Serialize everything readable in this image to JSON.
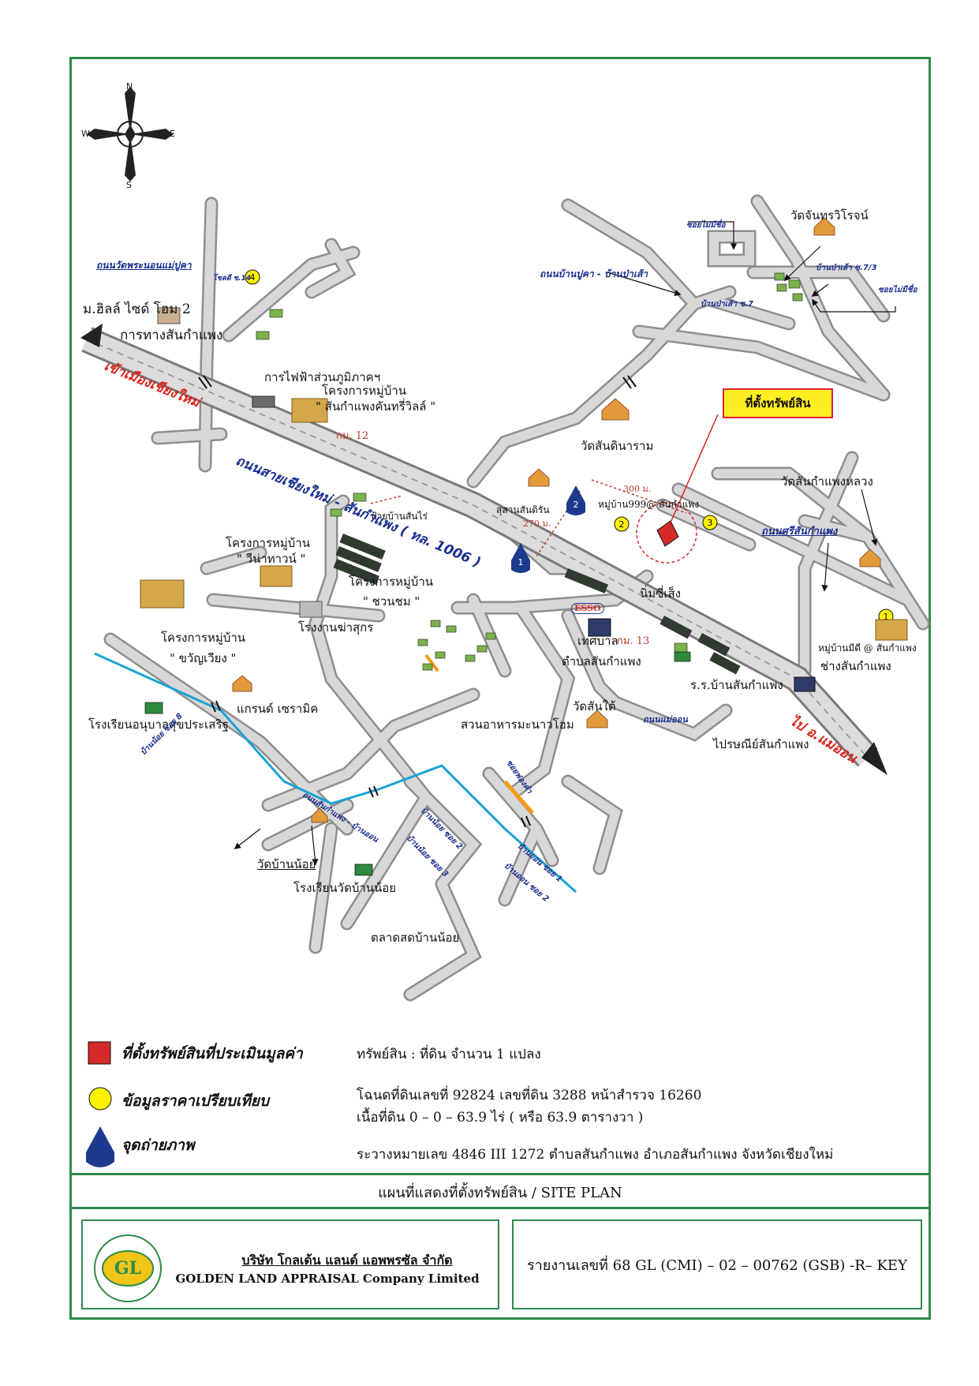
{
  "compass": {
    "n": "N",
    "s": "S",
    "e": "E",
    "w": "W"
  },
  "site_marker_label": "ที่ตั้งทรัพย์สิน",
  "places": {
    "hill_side": "ม.ฮิลล์ ไซด์ โฮม 2",
    "city_hall": "การทางสันกำแพง",
    "pea": "การไฟฟ้าส่วนภูมิภาคฯ",
    "proj_khantree_1": "โครงการหมู่บ้าน",
    "proj_khantree_2": "\" สันกำแพงคันทรี่วิลล์ \"",
    "wat_sandinaram": "วัดสันดินาราม",
    "wat_chantharawirot": "วัดจันทรวิโรจน์",
    "cemetery": "สุสานสันดิรัน",
    "moo_ban_999": "หมู่บ้าน999@ สันกำแพง",
    "ban_sai": "ป้ายบ้านสันไร่",
    "wina_1": "โครงการหมู่บ้าน",
    "wina_2": "\" วีน่าทาวน์ \"",
    "chuanchom_1": "โครงการหมู่บ้าน",
    "chuanchom_2": "\" ชวนชม \"",
    "slaughter": "โรงงานฆ่าสุกร",
    "kwanwiang_1": "โครงการหมู่บ้าน",
    "kwanwiang_2": "\" ขวัญเวียง \"",
    "nimseng": "นิ่มซี่เส็ง",
    "tessaban": "เทศบาล",
    "tambon": "ตำบลสันกำแพง",
    "school_san": "ร.ร.บ้านสันกำแพง",
    "wat_sankamphaeng_luang": "วัดสันกำแพงหลวง",
    "moo_ban_mdee": "หมู่บ้านมีดี @ สันกำแพง",
    "chang_san": "ช่างสันกำแพง",
    "grand_ceramic": "แกรนด์ เซรามิค",
    "anuban_school": "โรงเรียนอนุบาลสุขประเสริฐ",
    "restaurant": "สวนอาหารมะนาวโฮม",
    "wat_san_tai": "วัดสันใต้",
    "post_office": "ไปรษณีย์สันกำแพง",
    "wat_ban_noi": "วัดบ้านน้อย",
    "school_ban_noi": "โรงเรียนวัดบ้านน้อย",
    "market_ban_noi": "ตลาดสดบ้านน้อย",
    "esso": "ESSO"
  },
  "roads": {
    "main": "ถนนสายเชียงใหม่ - สันกำแพง ( ทล. 1006 )",
    "to_cm": "เข้าเมืองเชียงใหม่",
    "to_maeon": "ไป อ.แม่ออน",
    "wat_pra_non": "ถนนวัดพระนอนแม่ปูคา",
    "ban_pukha": "ถนนบ้านปูคา - บ้านป่าเส้า",
    "sri_sankamphaeng": "ถนนศรีสันกำแพง",
    "mae_on_rd": "ถนนแม่ออน",
    "soi_no_name_1": "ซอยไม่มีชื่อ",
    "soi_no_name_2": "ซอยไม่มีชื่อ",
    "ban_pasao_7": "บ้านป่าเส้า ซ.7",
    "ban_pasao_73": "บ้านป่าเส้า ซ.7/3",
    "soi_ban_noi": "ถนนสันกำแพง - บ้านออน",
    "ban_noi_2": "บ้านน้อย ซอย 2",
    "ban_noi_3": "บ้านน้อย ซอย 3",
    "ban_on_1": "บ้านออน ซอย 1",
    "ban_on_2": "บ้านออน ซอย 2",
    "ban_noi_soi8": "บ้านน้อย ซอย 8",
    "soi_phong": "ซอยฟองคำ",
    "soi_14": "โชคดี ซ.14"
  },
  "km": {
    "k12": "กม. 12",
    "k13": "กม. 13"
  },
  "distances": {
    "d300": "300 ม.",
    "d270": "270 ม."
  },
  "markers": {
    "m1": "1",
    "m2": "2",
    "m3": "3",
    "m4": "4"
  },
  "legend": {
    "subject": "ที่ตั้งทรัพย์สินที่ประเมินมูลค่า",
    "comparable": "ข้อมูลราคาเปรียบเทียบ",
    "photo": "จุดถ่ายภาพ"
  },
  "info": {
    "line1": "ทรัพย์สิน : ที่ดิน จำนวน 1 แปลง",
    "line2": "โฉนดที่ดินเลขที่ 92824 เลขที่ดิน 3288 หน้าสำรวจ  16260",
    "line3": "เนื้อที่ดิน 0 – 0 – 63.9 ไร่ ( หรือ 63.9 ตารางวา )",
    "line4": "ระวางหมายเลข 4846 III 1272 ตำบลสันกำแพง  อำเภอสันกำแพง  จังหวัดเชียงใหม่"
  },
  "title": "แผนที่แสดงที่ตั้งทรัพย์สิน / SITE PLAN",
  "company": {
    "thai": "บริษัท โกลเด้น แลนด์ แอพพรซัล จำกัด",
    "english": "GOLDEN LAND APPRAISAL Company Limited",
    "logo_text": "GL"
  },
  "report": "รายงานเลขที่ 68 GL (CMI) – 02 – 00762 (GSB) -R– KEY",
  "colors": {
    "road": "#c8c8c8",
    "road_edge": "#8e8e8e",
    "frame": "#2f8a4b",
    "river": "#1aa3d4",
    "subject": "#d42a2a",
    "comparable": "#fff200",
    "photo": "#1d3a8f"
  }
}
